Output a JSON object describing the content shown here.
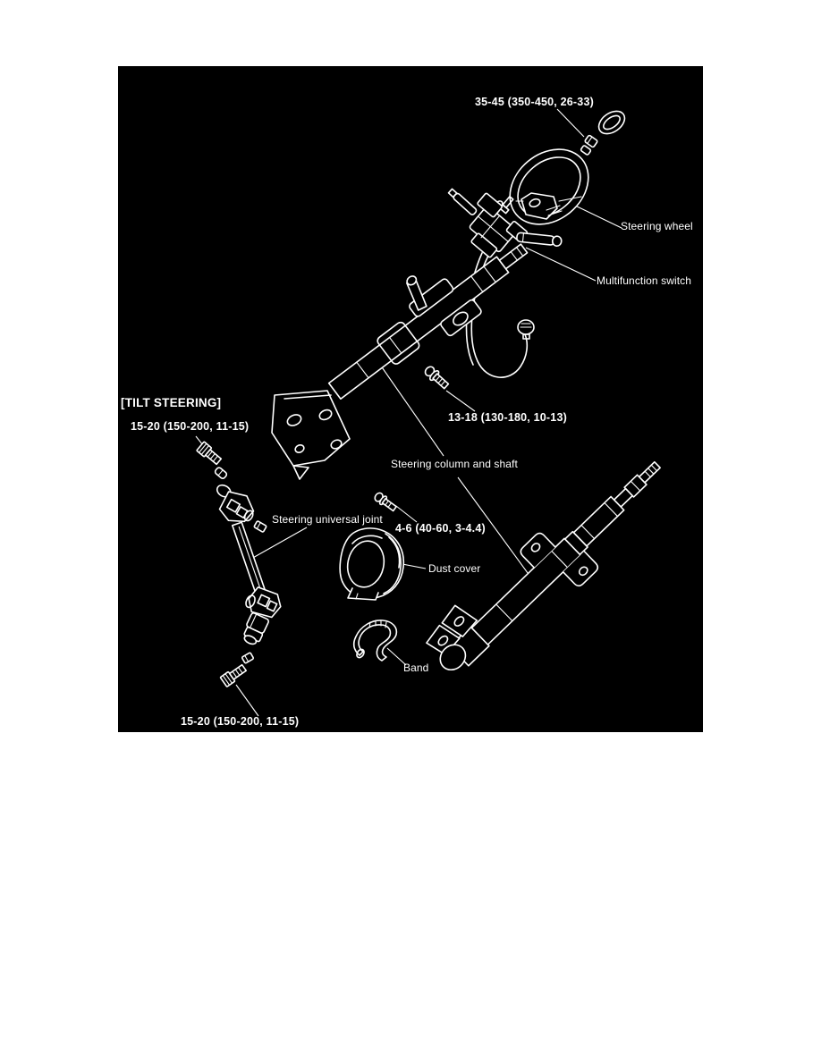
{
  "diagram": {
    "background": "#000000",
    "line_color": "#ffffff",
    "labels": {
      "torque_wheel_nut": "35-45 (350-450, 26-33)",
      "steering_wheel": "Steering wheel",
      "multifunction_switch": "Multifunction switch",
      "torque_column_screw": "13-18 (130-180, 10-13)",
      "steering_column_and_shaft": "Steering column and shaft",
      "tilt_steering": "[TILT STEERING]",
      "torque_ujoint_upper": "15-20 (150-200, 11-15)",
      "steering_universal_joint": "Steering universal joint",
      "torque_dust_cover_screw": "4-6 (40-60, 3-4.4)",
      "dust_cover": "Dust cover",
      "band": "Band",
      "torque_ujoint_lower": "15-20 (150-200, 11-15)"
    }
  }
}
